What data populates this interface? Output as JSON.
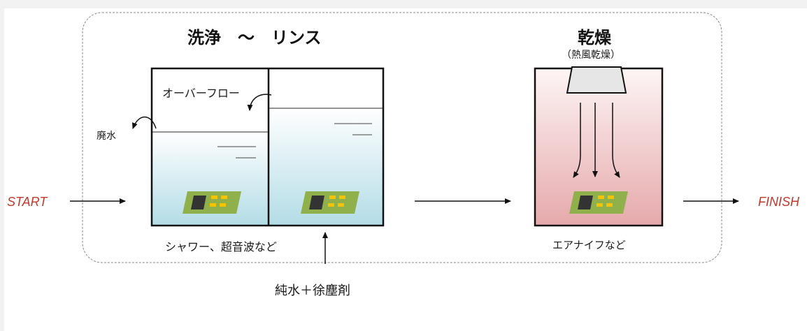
{
  "titles": {
    "wash": "洗浄　～　リンス",
    "dry": "乾燥",
    "dry_sub": "（熱風乾燥）"
  },
  "labels": {
    "overflow": "オーバーフロー",
    "waste": "廃水",
    "wash_method": "シャワー、超音波など",
    "dry_method": "エアナイフなど",
    "supply": "純水＋徐塵剤",
    "start": "START",
    "finish": "FINISH"
  },
  "colors": {
    "start_finish": "#c0392b",
    "water_top": "#ffffff",
    "water_bottom": "#b3dce6",
    "dryer_top": "#fbeeee",
    "dryer_bottom": "#e6a9ab",
    "board": "#8fb04a",
    "chip": "#333333",
    "pad": "#f5c400"
  },
  "icons": [
    "pcb-board-icon",
    "nozzle-icon",
    "arrow-icon"
  ]
}
